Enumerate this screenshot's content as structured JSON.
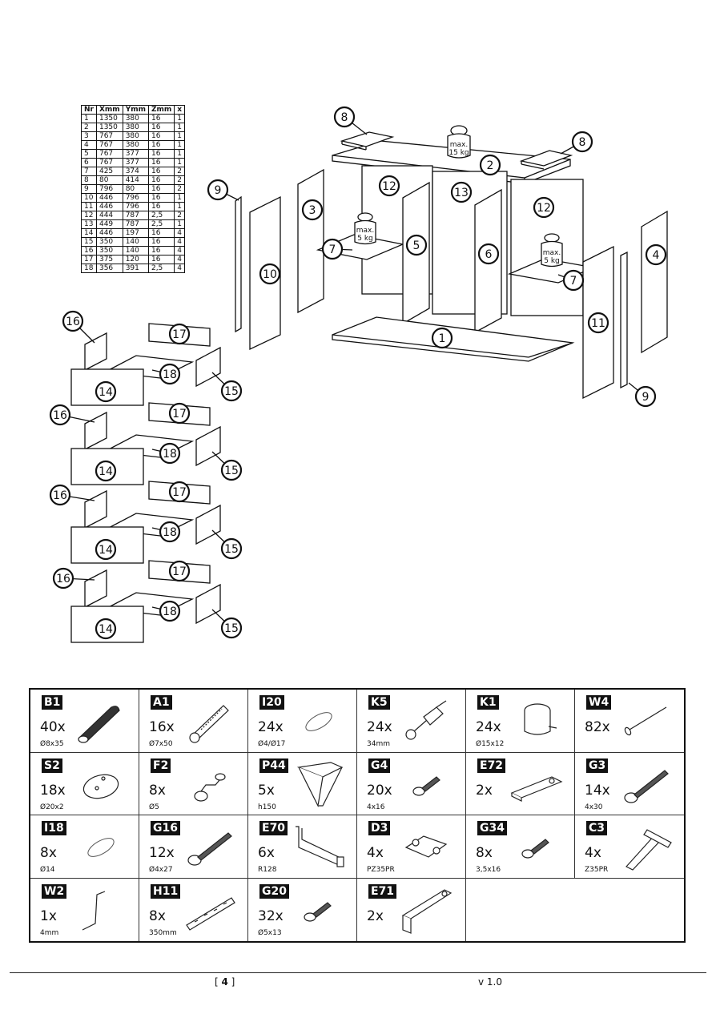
{
  "parts_table": {
    "headers": [
      "Nr",
      "Xmm",
      "Ymm",
      "Zmm",
      "x"
    ],
    "rows": [
      [
        "1",
        "1350",
        "380",
        "16",
        "1"
      ],
      [
        "2",
        "1350",
        "380",
        "16",
        "1"
      ],
      [
        "3",
        "767",
        "380",
        "16",
        "1"
      ],
      [
        "4",
        "767",
        "380",
        "16",
        "1"
      ],
      [
        "5",
        "767",
        "377",
        "16",
        "1"
      ],
      [
        "6",
        "767",
        "377",
        "16",
        "1"
      ],
      [
        "7",
        "425",
        "374",
        "16",
        "2"
      ],
      [
        "8",
        "80",
        "414",
        "16",
        "2"
      ],
      [
        "9",
        "796",
        "80",
        "16",
        "2"
      ],
      [
        "10",
        "446",
        "796",
        "16",
        "1"
      ],
      [
        "11",
        "446",
        "796",
        "16",
        "1"
      ],
      [
        "12",
        "444",
        "787",
        "2,5",
        "2"
      ],
      [
        "13",
        "449",
        "787",
        "2,5",
        "1"
      ],
      [
        "14",
        "446",
        "197",
        "16",
        "4"
      ],
      [
        "15",
        "350",
        "140",
        "16",
        "4"
      ],
      [
        "16",
        "350",
        "140",
        "16",
        "4"
      ],
      [
        "17",
        "375",
        "120",
        "16",
        "4"
      ],
      [
        "18",
        "356",
        "391",
        "2,5",
        "4"
      ]
    ]
  },
  "diagram": {
    "weight_labels": {
      "top": [
        "max.",
        "15 kg"
      ],
      "shelf_left": [
        "max.",
        "5 kg"
      ],
      "shelf_right": [
        "max.",
        "5 kg"
      ]
    },
    "callouts": {
      "c1": "1",
      "c2": "2",
      "c3": "3",
      "c4": "4",
      "c5": "5",
      "c6": "6",
      "c7a": "7",
      "c7b": "7",
      "c8a": "8",
      "c8b": "8",
      "c9a": "9",
      "c9b": "9",
      "c10": "10",
      "c11": "11",
      "c12a": "12",
      "c12b": "12",
      "c13": "13"
    },
    "drawer_callouts": [
      "14",
      "15",
      "16",
      "17",
      "18"
    ]
  },
  "hardware": [
    {
      "code": "B1",
      "qty": "40x",
      "size": "Ø8x35",
      "icon": "dowel-icon"
    },
    {
      "code": "A1",
      "qty": "16x",
      "size": "Ø7x50",
      "icon": "connector-bolt-icon"
    },
    {
      "code": "I20",
      "qty": "24x",
      "size": "Ø4/Ø17",
      "icon": "cap-disc-icon"
    },
    {
      "code": "K5",
      "qty": "24x",
      "size": "34mm",
      "icon": "cam-bolt-icon"
    },
    {
      "code": "K1",
      "qty": "24x",
      "size": "Ø15x12",
      "icon": "cam-lock-icon"
    },
    {
      "code": "W4",
      "qty": "82x",
      "size": "",
      "icon": "nail-icon"
    },
    {
      "code": "S2",
      "qty": "18x",
      "size": "Ø20x2",
      "icon": "washer-disc-icon"
    },
    {
      "code": "F2",
      "qty": "8x",
      "size": "Ø5",
      "icon": "shelf-pin-icon"
    },
    {
      "code": "P44",
      "qty": "5x",
      "size": "h150",
      "icon": "furniture-leg-icon"
    },
    {
      "code": "G4",
      "qty": "20x",
      "size": "4x16",
      "icon": "screw-short-icon"
    },
    {
      "code": "E72",
      "qty": "2x",
      "size": "",
      "icon": "flat-plate-icon"
    },
    {
      "code": "G3",
      "qty": "14x",
      "size": "4x30",
      "icon": "screw-long-icon"
    },
    {
      "code": "I18",
      "qty": "8x",
      "size": "Ø14",
      "icon": "cap-small-icon"
    },
    {
      "code": "G16",
      "qty": "12x",
      "size": "Ø4x27",
      "icon": "screw-washer-icon"
    },
    {
      "code": "E70",
      "qty": "6x",
      "size": "R128",
      "icon": "handle-icon"
    },
    {
      "code": "D3",
      "qty": "4x",
      "size": "PZ35PR",
      "icon": "hinge-plate-icon"
    },
    {
      "code": "G34",
      "qty": "8x",
      "size": "3,5x16",
      "icon": "screw-tiny-icon"
    },
    {
      "code": "C3",
      "qty": "4x",
      "size": "Z35PR",
      "icon": "hinge-icon"
    },
    {
      "code": "W2",
      "qty": "1x",
      "size": "4mm",
      "icon": "allen-key-icon"
    },
    {
      "code": "H11",
      "qty": "8x",
      "size": "350mm",
      "icon": "drawer-slide-icon"
    },
    {
      "code": "G20",
      "qty": "32x",
      "size": "Ø5x13",
      "icon": "screw-stubby-icon"
    },
    {
      "code": "E71",
      "qty": "2x",
      "size": "",
      "icon": "angle-bracket-icon"
    }
  ],
  "footer": {
    "page_open": "[ ",
    "page": "4",
    "page_close": " ]",
    "version": "v 1.0"
  }
}
